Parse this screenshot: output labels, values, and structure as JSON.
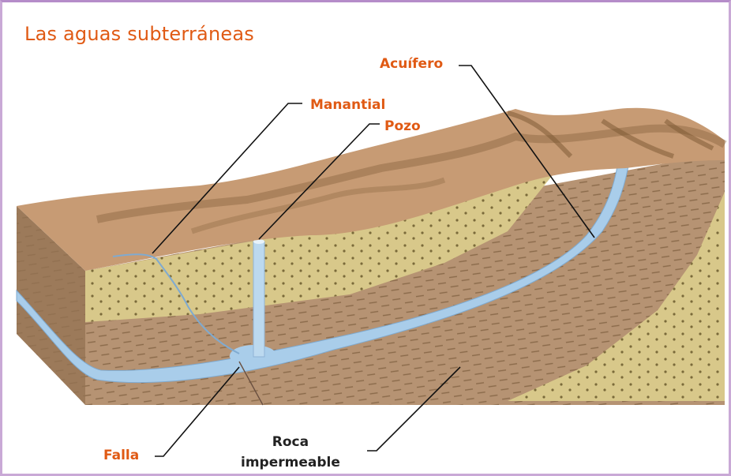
{
  "title": "Las aguas subterráneas",
  "labels": {
    "acuifero": "Acuífero",
    "manantial": "Manantial",
    "pozo": "Pozo",
    "falla": "Falla",
    "roca_line1": "Roca",
    "roca_line2": "impermeable"
  },
  "colors": {
    "title": "#e05a14",
    "label_accent": "#e05a14",
    "water": "#a9cdea",
    "sand": "#d8c88a",
    "rock": "#b08d6a",
    "terrain": "#c79b74",
    "frame": "#c9a9d6"
  }
}
